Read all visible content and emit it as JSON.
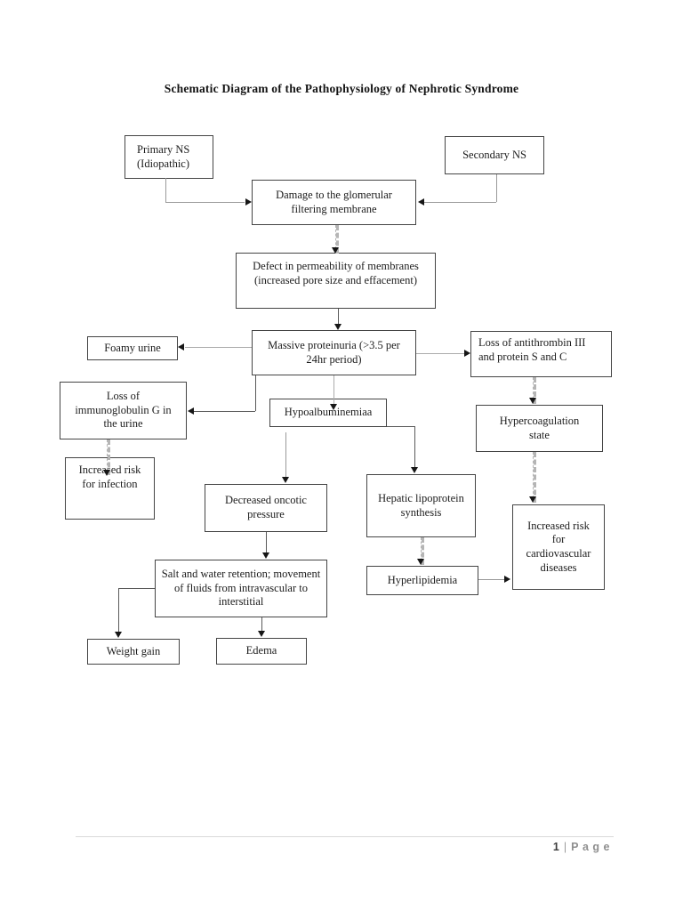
{
  "page": {
    "title": "Schematic Diagram of the Pathophysiology of Nephrotic Syndrome",
    "footer": {
      "page_number": "1",
      "separator": "|",
      "page_label": "Page"
    }
  },
  "diagram": {
    "nodes": {
      "primary_ns": {
        "label": "Primary NS (Idiopathic)"
      },
      "secondary_ns": {
        "label": "Secondary NS"
      },
      "damage": {
        "label": "Damage to the glomerular filtering membrane"
      },
      "defect": {
        "label": "Defect in permeability of membranes (increased pore size and effacement)"
      },
      "foamy_urine": {
        "label": "Foamy urine"
      },
      "massive_proteinuria": {
        "label": "Massive proteinuria (>3.5 per 24hr period)"
      },
      "loss_antithrombin": {
        "label": "Loss of antithrombin III and protein S and C"
      },
      "loss_immunoglobulin": {
        "label": "Loss of immunoglobulin G in the urine"
      },
      "hypoalbuminemia": {
        "label": "Hypoalbuminemiaa"
      },
      "hypercoagulation": {
        "label": "Hypercoagulation state"
      },
      "increased_infection": {
        "label": "Increased risk for infection"
      },
      "decreased_oncotic": {
        "label": "Decreased oncotic pressure"
      },
      "hepatic_lipoprotein": {
        "label": "Hepatic lipoprotein synthesis"
      },
      "increased_cardiovascular": {
        "label": "Increased risk for cardiovascular diseases"
      },
      "hyperlipidemia": {
        "label": "Hyperlipidemia"
      },
      "salt_water_retention": {
        "label": "Salt and water retention; movement of fluids from intravascular to interstitial"
      },
      "weight_gain": {
        "label": "Weight gain"
      },
      "edema": {
        "label": "Edema"
      }
    },
    "edges": [
      {
        "from": "primary_ns",
        "to": "damage"
      },
      {
        "from": "secondary_ns",
        "to": "damage"
      },
      {
        "from": "damage",
        "to": "defect"
      },
      {
        "from": "defect",
        "to": "massive_proteinuria"
      },
      {
        "from": "massive_proteinuria",
        "to": "foamy_urine"
      },
      {
        "from": "massive_proteinuria",
        "to": "loss_antithrombin"
      },
      {
        "from": "massive_proteinuria",
        "to": "hypoalbuminemia"
      },
      {
        "from": "massive_proteinuria",
        "to": "loss_immunoglobulin"
      },
      {
        "from": "loss_immunoglobulin",
        "to": "increased_infection"
      },
      {
        "from": "hypoalbuminemia",
        "to": "decreased_oncotic"
      },
      {
        "from": "hypoalbuminemia",
        "to": "hepatic_lipoprotein"
      },
      {
        "from": "loss_antithrombin",
        "to": "hypercoagulation"
      },
      {
        "from": "hypercoagulation",
        "to": "increased_cardiovascular"
      },
      {
        "from": "hepatic_lipoprotein",
        "to": "hyperlipidemia"
      },
      {
        "from": "hyperlipidemia",
        "to": "increased_cardiovascular"
      },
      {
        "from": "decreased_oncotic",
        "to": "salt_water_retention"
      },
      {
        "from": "salt_water_retention",
        "to": "weight_gain"
      },
      {
        "from": "salt_water_retention",
        "to": "edema"
      }
    ]
  },
  "colors": {
    "box_border": "#444444",
    "connector": "#9a9a9a",
    "arrowhead": "#161616",
    "footer_text": "#8f8f8f"
  }
}
